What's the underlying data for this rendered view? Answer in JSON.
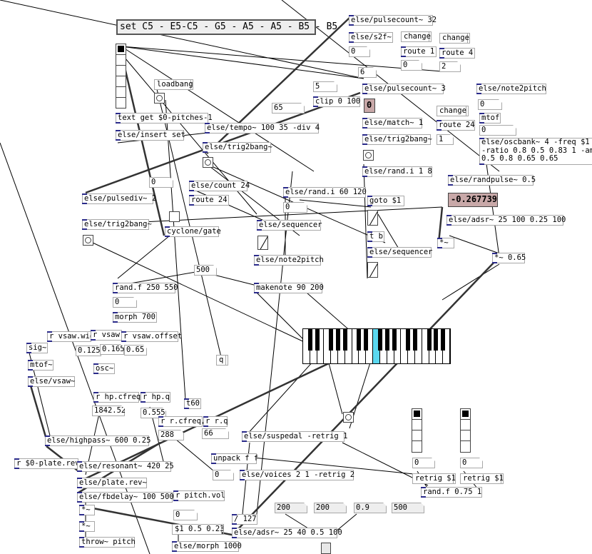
{
  "patch": {
    "set_msg": "set C5 - E5-C5 - G5 - A5 - A5 - B5 - B5",
    "pulsecount32": "else/pulsecount~ 32",
    "s2f": "else/s2f~",
    "change1": "change",
    "change2": "change",
    "route1": "route 1",
    "route4": "route 4",
    "val0a": "0",
    "val0b": "0",
    "val2": "2",
    "val6": "6",
    "loadbang": "loadbang",
    "val5": "5",
    "clip": "clip 0 100",
    "val65": "65",
    "textget": "text get $0-pitches-1",
    "insertset": "else/insert set",
    "tempo": "else/tempo~ 100 35 -div 4",
    "trig2bang1": "else/trig2bang~",
    "count24": "else/count 24",
    "route24a": "route 24",
    "pulsediv": "else/pulsediv~ 2",
    "val0c": "0",
    "trig2bang2": "else/trig2bang~",
    "gate": "cyclone/gate",
    "randi60": "else/rand.i 60 120",
    "sequencer1": "else/sequencer",
    "val0d": "0",
    "note2pitch1": "else/note2pitch",
    "val500": "500",
    "randf250": "rand.f 250 550",
    "val0e": "0",
    "morph700": "morph 700",
    "makenote": "makenote 90 200",
    "pulsecount3": "else/pulsecount~ 3",
    "bignum0": "0",
    "match1": "else/match~ 1",
    "trig2bang3": "else/trig2bang~",
    "randi18": "else/rand.i 1 8",
    "goto": "goto $1",
    "tb": "t b",
    "sequencer2": "else/sequencer",
    "note2pitch2": "else/note2pitch",
    "val0f": "0",
    "mtof1": "mtof",
    "val0g": "0",
    "change3": "change",
    "route24b": "route 24",
    "val1": "1",
    "oscbank": "else/oscbank~ 4 -freq $1\n-ratio 0.8 0.5 0.83 1 -amp\n0.5 0.8 0.65 0.65",
    "randpulse": "else/randpulse~ 0.5",
    "randpulse_val": "-0.267739",
    "adsr1": "else/adsr~ 25 100 0.25 100",
    "mult1": "*~",
    "mult065": "*~ 0.65",
    "rvsawwid": "r vsaw.wid",
    "rvsaw2": "r vsaw.",
    "rvsawoffset": "r vsaw.offset",
    "sig": "sig~",
    "v0125": "0.125",
    "v0165": "0.165",
    "v065": "0.65",
    "mtof2": "mtof~",
    "osc": "osc~",
    "vsaw": "else/vsaw~",
    "q": "q",
    "rhpcfreq": "r hp.cfreq",
    "rhpq": "r hp.q",
    "v184252": "1842.52",
    "v0555": "0.555",
    "t60": "t60",
    "rrcfreq": "r r.cfreq",
    "rrq": "r r.q",
    "v288": "288",
    "v66": "66",
    "highpass": "else/highpass~ 600 0.25",
    "rplaterev": "r $0-plate.rev",
    "resonant": "else/resonant~ 420 25",
    "platerev": "else/plate.rev~",
    "fbdelay": "else/fbdelay~ 100 500",
    "mult2": "*~",
    "mult3": "*~",
    "throw": "throw~ pitch",
    "rpitchvol": "r pitch.vol",
    "val0h": "0",
    "lineexpr": "$1 0.5 0.23",
    "morph1000": "else/morph 1000",
    "suspedal": "else/suspedal -retrig 1",
    "unpack": "unpack f f",
    "val0i": "0",
    "voices": "else/voices 2 1 -retrig 2",
    "div127": "/ 127",
    "adsr2": "else/adsr~ 25 40 0.5 100",
    "m200a": "200",
    "m200b": "200",
    "m09": "0.9",
    "m500": "500",
    "val0j": "0",
    "val0k": "0",
    "retrig1": "retrig $1",
    "retrig2": "retrig $1",
    "randf075": "rand.f 0.75 1",
    "keyboard_active_key": "G#/A"
  }
}
